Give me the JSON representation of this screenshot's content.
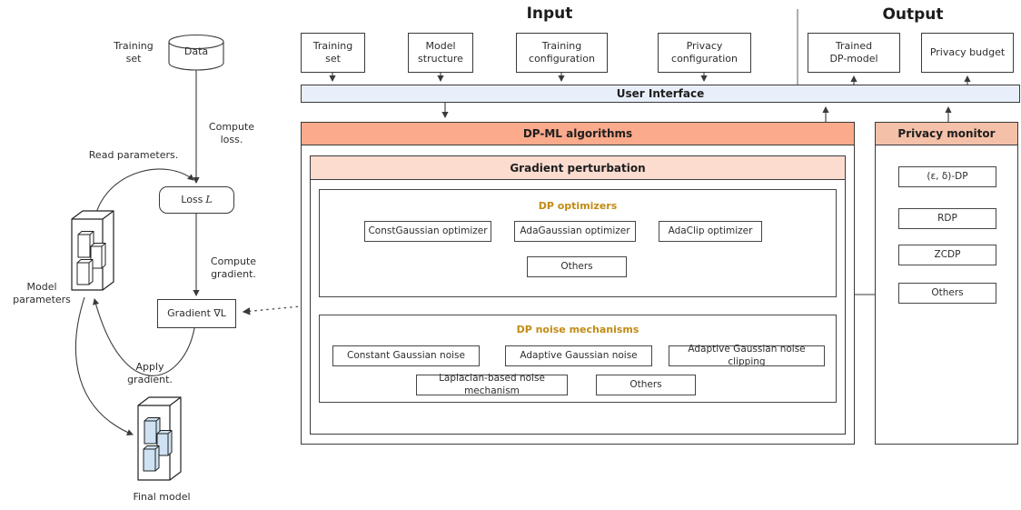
{
  "colors": {
    "ui_bar_bg": "#e8effa",
    "dpml_header_bg": "#fbaa8c",
    "gradient_header_bg": "#fddcd0",
    "monitor_header_bg": "#f4c0a8",
    "section_title_gold": "#c28b13",
    "model_block_fill": "#cfe2f3",
    "line_color": "#3a3a3a"
  },
  "icons": {
    "data_store": "cylinder-icon",
    "model_parameters": "cuboid-blocks-icon",
    "final_model": "cuboid-blocks-filled-icon"
  },
  "training_loop": {
    "training_set_label": "Training set",
    "data_label": "Data",
    "compute_loss_label": "Compute loss.",
    "read_parameters_label": "Read parameters.",
    "loss": {
      "word": "Loss",
      "symbol": "L"
    },
    "compute_gradient_label": "Compute gradient.",
    "gradient_label": "Gradient ∇L",
    "model_parameters_label": "Model parameters",
    "apply_gradient_label": "Apply gradient.",
    "final_model_label": "Final model"
  },
  "input": {
    "title": "Input",
    "boxes": [
      "Training set",
      "Model structure",
      "Training configuration",
      "Privacy configuration"
    ]
  },
  "output": {
    "title": "Output",
    "boxes": [
      "Trained DP-model",
      "Privacy budget"
    ]
  },
  "user_interface": {
    "label": "User Interface"
  },
  "dpml": {
    "title": "DP-ML algorithms",
    "gradient_perturbation": {
      "title": "Gradient perturbation",
      "dp_optimizers": {
        "title": "DP optimizers",
        "items": [
          "ConstGaussian optimizer",
          "AdaGaussian optimizer",
          "AdaClip optimizer",
          "Others"
        ]
      },
      "dp_noise": {
        "title": "DP noise mechanisms",
        "items": [
          "Constant Gaussian noise",
          "Adaptive Gaussian noise",
          "Adaptive Gaussian noise clipping",
          "Laplacian-based noise mechanism",
          "Others"
        ]
      }
    }
  },
  "privacy_monitor": {
    "title": "Privacy monitor",
    "items": [
      "(ε, δ)-DP",
      "RDP",
      "ZCDP",
      "Others"
    ]
  }
}
